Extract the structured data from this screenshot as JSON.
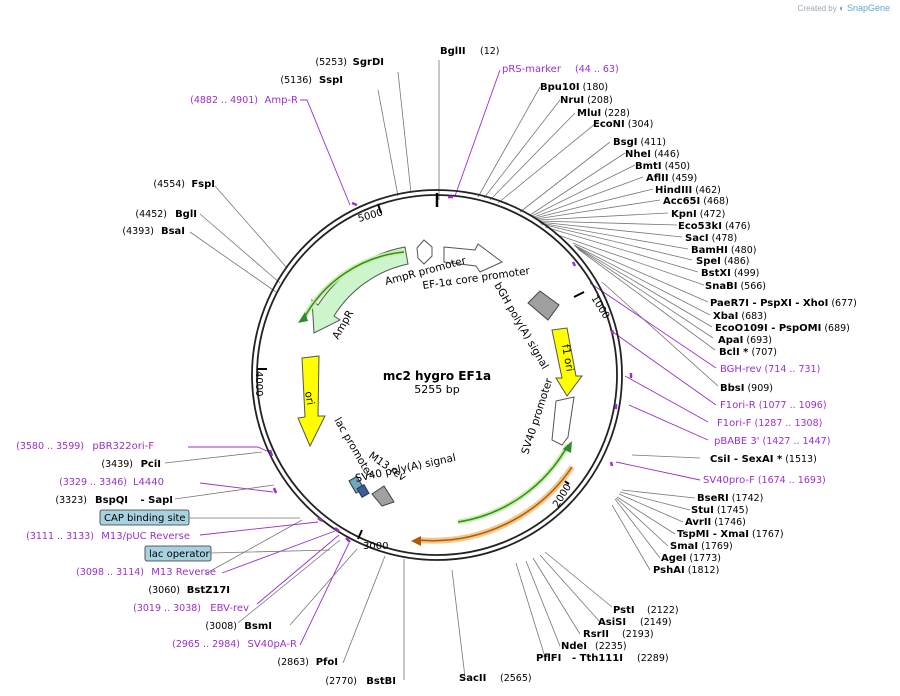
{
  "credit": {
    "prefix": "Created by",
    "brand": "SnapGene"
  },
  "plasmid": {
    "name": "mc2 hygro EF1a",
    "length": "5255 bp"
  },
  "ticks": [
    "1000",
    "2000",
    "3000",
    "4000",
    "5000"
  ],
  "left_sites": [
    {
      "name": "SgrDI",
      "num": "(5253)"
    },
    {
      "name": "SspI",
      "num": "(5136)"
    },
    {
      "name": "FspI",
      "num": "(4554)"
    },
    {
      "name": "BglI",
      "num": "(4452)"
    },
    {
      "name": "BsaI",
      "num": "(4393)"
    },
    {
      "name": "PciI",
      "num": "(3439)"
    },
    {
      "name": "BspQI",
      "num": "(3323)",
      "extra": "- SapI"
    },
    {
      "name": "BstZ17I",
      "num": "(3060)"
    },
    {
      "name": "BsmI",
      "num": "(3008)"
    },
    {
      "name": "PfoI",
      "num": "(2863)"
    },
    {
      "name": "BstBI",
      "num": "(2770)"
    }
  ],
  "left_primers": [
    {
      "name": "Amp-R",
      "range": "(4882 .. 4901)"
    },
    {
      "name": "pBR322ori-F",
      "range": "(3580 .. 3599)"
    },
    {
      "name": "L4440",
      "range": "(3329 .. 3346)"
    },
    {
      "name": "M13/pUC Reverse",
      "range": "(3111 .. 3133)"
    },
    {
      "name": "M13 Reverse",
      "range": "(3098 .. 3114)"
    },
    {
      "name": "EBV-rev",
      "range": "(3019 .. 3038)"
    },
    {
      "name": "SV40pA-R",
      "range": "(2965 .. 2984)"
    }
  ],
  "boxed_labels": [
    "CAP binding site",
    "lac operator"
  ],
  "top_sites": [
    {
      "name": "BglII",
      "num": "(12)"
    }
  ],
  "top_primer": {
    "name": "pRS-marker",
    "range": "(44 .. 63)"
  },
  "right_sites": [
    {
      "name": "Bpu10I",
      "num": "(180)"
    },
    {
      "name": "NruI",
      "num": "(208)"
    },
    {
      "name": "MluI",
      "num": "(228)"
    },
    {
      "name": "EcoNI",
      "num": "(304)"
    },
    {
      "name": "BsgI",
      "num": "(411)"
    },
    {
      "name": "NheI",
      "num": "(446)"
    },
    {
      "name": "BmtI",
      "num": "(450)"
    },
    {
      "name": "AflII",
      "num": "(459)"
    },
    {
      "name": "HindIII",
      "num": "(462)"
    },
    {
      "name": "Acc65I",
      "num": "(468)"
    },
    {
      "name": "KpnI",
      "num": "(472)"
    },
    {
      "name": "Eco53kI",
      "num": "(476)"
    },
    {
      "name": "SacI",
      "num": "(478)"
    },
    {
      "name": "BamHI",
      "num": "(480)"
    },
    {
      "name": "SpeI",
      "num": "(486)"
    },
    {
      "name": "BstXI",
      "num": "(499)"
    },
    {
      "name": "SnaBI",
      "num": "(566)"
    },
    {
      "name": "PaeR7I",
      "extra": "- PspXI  - XhoI",
      "num": "(677)"
    },
    {
      "name": "XbaI",
      "num": "(683)"
    },
    {
      "name": "EcoO109I",
      "extra": "- PspOMI",
      "num": "(689)"
    },
    {
      "name": "ApaI",
      "num": "(693)"
    },
    {
      "name": "BclI *",
      "num": "(707)"
    },
    {
      "name": "BbsI",
      "num": "(909)"
    },
    {
      "name": "CsiI",
      "extra": "- SexAI *",
      "num": "(1513)"
    },
    {
      "name": "BseRI",
      "num": "(1742)"
    },
    {
      "name": "StuI",
      "num": "(1745)"
    },
    {
      "name": "AvrII",
      "num": "(1746)"
    },
    {
      "name": "TspMI",
      "extra": "- XmaI",
      "num": "(1767)"
    },
    {
      "name": "SmaI",
      "num": "(1769)"
    },
    {
      "name": "AgeI",
      "num": "(1773)"
    },
    {
      "name": "PshAI",
      "num": "(1812)"
    }
  ],
  "right_primers": [
    {
      "name": "BGH-rev",
      "range": "(714 .. 731)"
    },
    {
      "name": "F1ori-R",
      "range": "(1077 .. 1096)"
    },
    {
      "name": "F1ori-F",
      "range": "(1287 .. 1308)"
    },
    {
      "name": "pBABE 3'",
      "range": "(1427 .. 1447)"
    },
    {
      "name": "SV40pro-F",
      "range": "(1674 .. 1693)"
    }
  ],
  "bottom_sites": [
    {
      "name": "PstI",
      "num": "(2122)"
    },
    {
      "name": "AsiSI",
      "num": "(2149)"
    },
    {
      "name": "RsrII",
      "num": "(2193)"
    },
    {
      "name": "NdeI",
      "num": "(2235)"
    },
    {
      "name": "PflFI",
      "extra": "- Tth111I",
      "num": "(2289)"
    },
    {
      "name": "SacII",
      "num": "(2565)"
    }
  ],
  "features": {
    "ampr_promoter": "AmpR promoter",
    "ef1a": "EF-1α core promoter",
    "bgh": "bGH poly(A) signal",
    "f1ori": "f1 ori",
    "ampr": "AmpR",
    "ori": "ori",
    "sv40_promoter": "SV40 promoter",
    "lac_promoter": "lac promoter",
    "m13rev": "M13 rev",
    "sv40pa": "SV40 poly(A) signal"
  },
  "colors": {
    "primer": "#9b30c8",
    "ampr_fill": "#ccf5cc",
    "green_arc": "#2e8b2e",
    "orange_arc": "#e0a050",
    "f1ori": "#ffff00",
    "boxed": "#a9d2e0"
  }
}
